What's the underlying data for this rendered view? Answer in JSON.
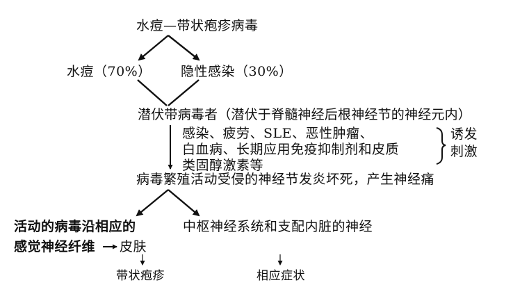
{
  "nodes": {
    "top": "水痘—带状疱疹病毒",
    "varicella": "水痘（70%）",
    "latent_infection": "隐性感染（30%）",
    "carrier": "潜伏带病毒者（潜伏于脊髓神经后根神经节的神经元内）",
    "triggers_line1": "感染、疲劳、SLE、恶性肿瘤、",
    "triggers_line2": "白血病、长期应用免疫抑制剂和皮质",
    "triggers_line3": "类固醇激素等",
    "trigger_label_1": "诱发",
    "trigger_label_2": "刺激",
    "reactivation": "病毒繁殖活动受侵的神经节发炎坏死，产生神经痛",
    "sensory_line1": "活动的病毒沿相应的",
    "sensory_line2": "感觉神经纤维",
    "skin": "皮肤",
    "cns": "中枢神经系统和支配内脏的神经",
    "herpes_zoster": "带状疱疹",
    "symptoms": "相应症状"
  }
}
